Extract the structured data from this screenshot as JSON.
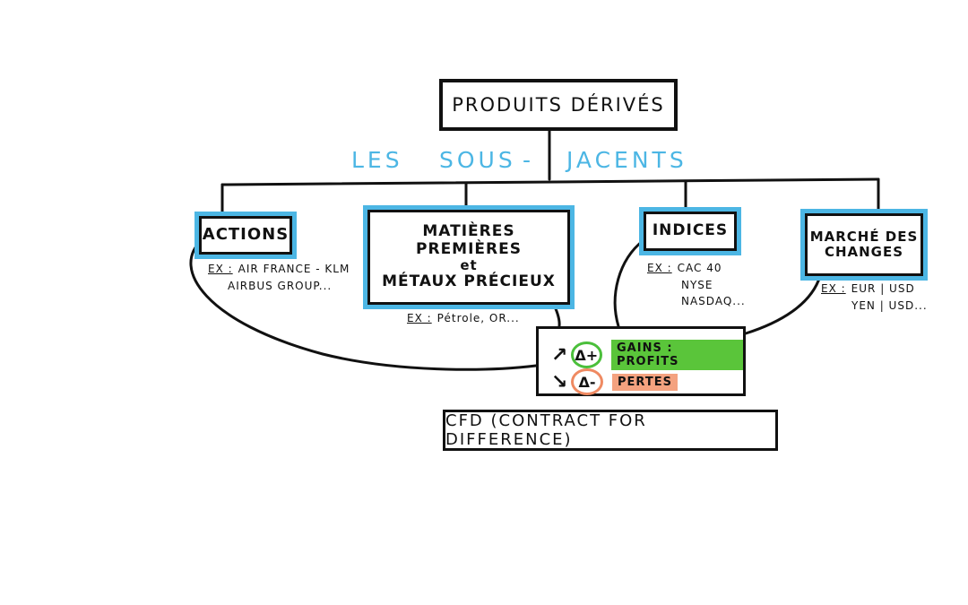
{
  "title": "PRODUITS DÉRIVÉS",
  "subtitle": [
    "LES",
    "SOUS",
    "-",
    "JACENTS"
  ],
  "categories": [
    {
      "id": "actions",
      "lines": [
        "ACTIONS"
      ],
      "examples": [
        "AIR FRANCE - KLM",
        "AIRBUS GROUP..."
      ]
    },
    {
      "id": "matieres",
      "lines": [
        "MATIÈRES PREMIÈRES",
        "et",
        "MÉTAUX PRÉCIEUX"
      ],
      "examples": [
        "Pétrole, OR..."
      ]
    },
    {
      "id": "indices",
      "lines": [
        "INDICES"
      ],
      "examples": [
        "CAC 40",
        "NYSE",
        "NASDAQ..."
      ]
    },
    {
      "id": "changes",
      "lines": [
        "MARCHÉ DES",
        "CHANGES"
      ],
      "examples": [
        "EUR | USD",
        "YEN | USD..."
      ]
    }
  ],
  "example_label": "EX :",
  "cfd": {
    "gain_symbol": "Δ+",
    "gain_text": "GAINS : PROFITS",
    "loss_symbol": "Δ-",
    "loss_text": "PERTES",
    "up_arrow": "↗",
    "down_arrow": "↘",
    "gain_color": "#5ac53a",
    "loss_color": "#f4a27f"
  },
  "cfd_label": "CFD (CONTRACT FOR DIFFERENCE)",
  "colors": {
    "accent": "#4cb6e4",
    "ink": "#111111"
  }
}
